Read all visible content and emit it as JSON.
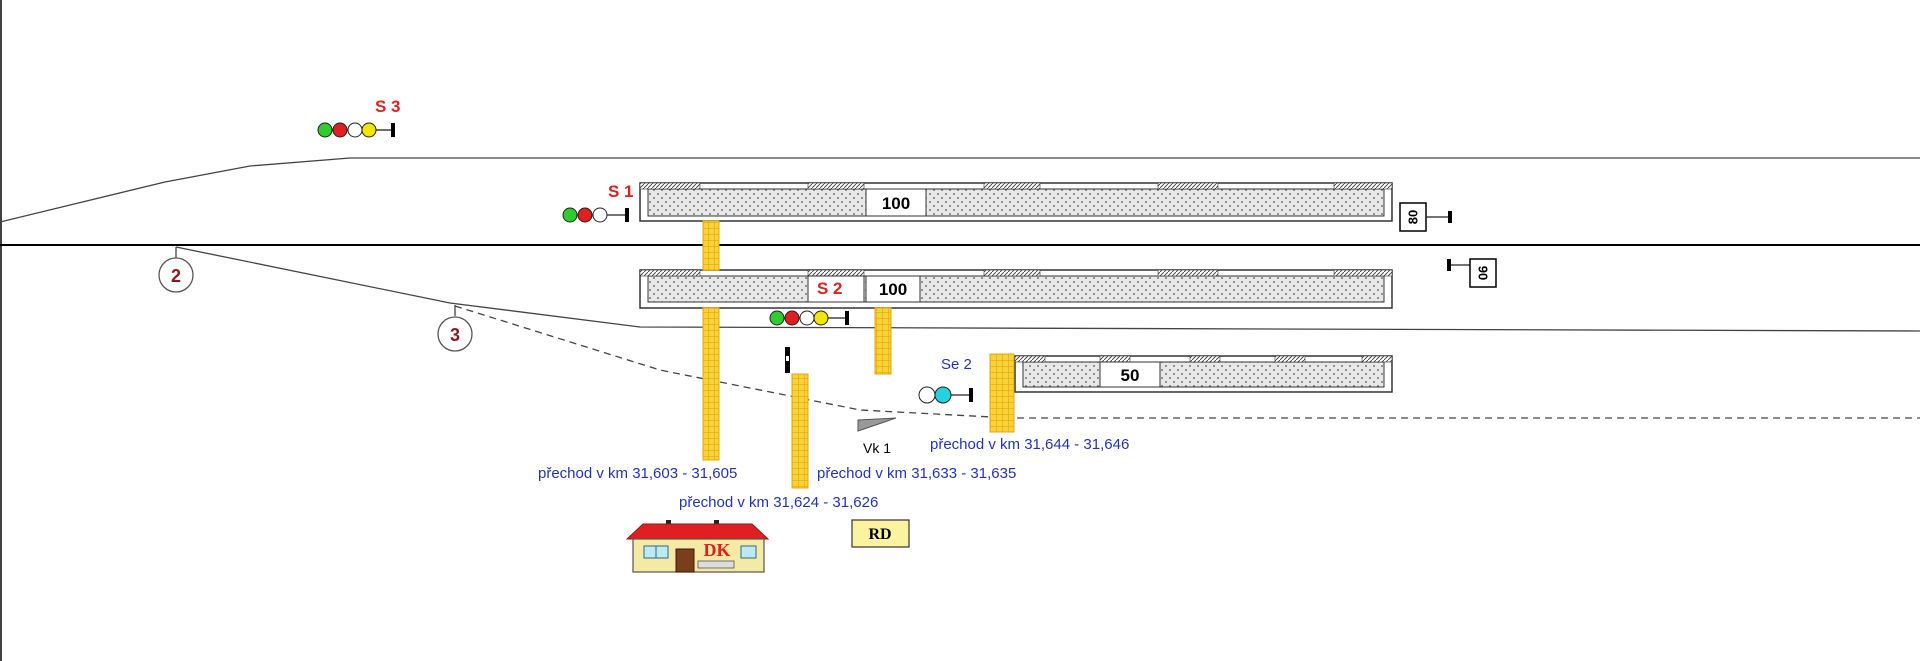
{
  "colors": {
    "signal_label": "#e02020",
    "shunt_label": "#2233bb",
    "crossing_label": "#2233bb",
    "switch_label": "#8b1a1a",
    "crossing_fill": "#f7d23a",
    "roof": "#e02020",
    "building_wall": "#f5e9a6",
    "rd_fill": "#fbf3a0"
  },
  "signals": {
    "s3": "S 3",
    "s1": "S 1",
    "s2": "S 2",
    "se2": "Se 2"
  },
  "platforms": {
    "p1_number": "100",
    "p2_number": "100",
    "p3_number": "50"
  },
  "speed_boards": {
    "board_a": "80",
    "board_b": "90"
  },
  "switches": {
    "sw2": "2",
    "sw3": "3"
  },
  "crossings": {
    "c1": "přechod v km 31,603 - 31,605",
    "c2": "přechod v km 31,624 - 31,626",
    "c3": "přechod v km 31,633 - 31,635",
    "c4": "přechod v km 31,644 - 31,646"
  },
  "track_end_label": "Vk 1",
  "building": {
    "sign": "DK"
  },
  "rd_label": "RD",
  "icons": {
    "signal_lamps": "colored-circles",
    "building": "station-building-icon",
    "buffer": "track-end-triangle-icon"
  }
}
